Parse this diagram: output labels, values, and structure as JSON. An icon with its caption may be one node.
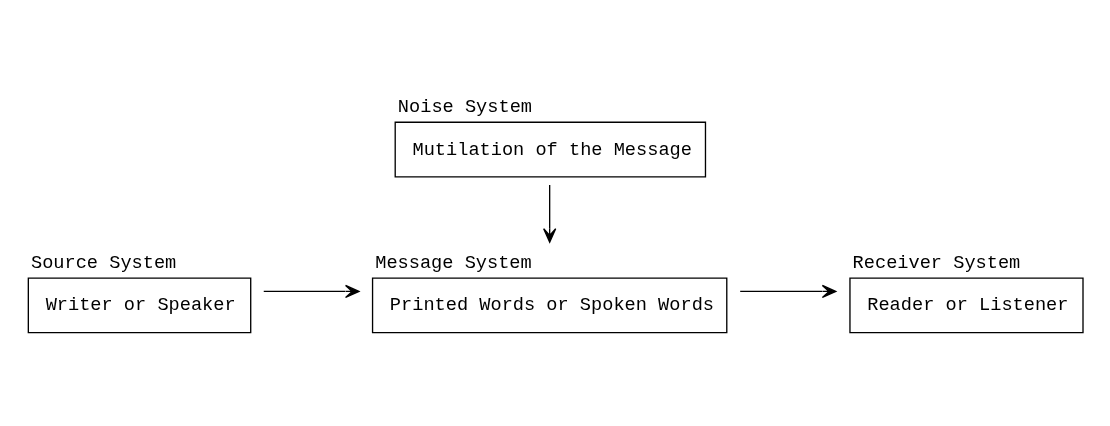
{
  "diagram": {
    "nodes": [
      {
        "text": [
          "Source System",
          "Writer or Speaker"
        ]
      },
      {
        "text": [
          "Message System",
          "Printed Words or Spoken Words"
        ]
      },
      {
        "text": [
          "Receiver System",
          "Reader or Listener"
        ]
      },
      {
        "text": [
          "Noise System",
          "Mutilation of the Message"
        ]
      }
    ],
    "edges": [
      {
        "from": 0,
        "to": 1,
        "arrow": "to"
      },
      {
        "from": 1,
        "to": 2,
        "arrow": "to"
      },
      {
        "from": 3,
        "to": 1,
        "arrow": "to"
      }
    ]
  }
}
